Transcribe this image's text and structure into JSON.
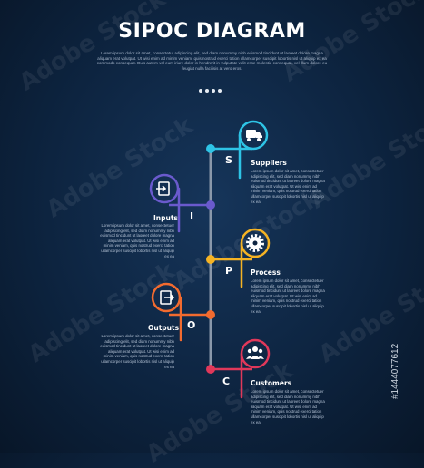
{
  "header": {
    "title": "SIPOC DIAGRAM",
    "subtitle": "Lorem ipsum dolor sit amet, consectetur adipiscing elit, sed diam nonummy nibh euismod tincidunt ut laoreet dolore magna aliquam erat volutpat. Ut wisi enim ad minim veniam, quis nostrud exerci tation ullamcorper suscipit lobortis nisl ut aliquip ex ea commodo consequat. Duis autem vel eum iriure dolor in hendrerit in vulputate velit esse molestie consequat, vel illum dolore eu feugiat nulla facilisis at vero eros."
  },
  "steps": [
    {
      "letter": "S",
      "label": "Suppliers",
      "icon": "truck-icon",
      "color": "#2ec4e6",
      "text": "Lorem ipsum dolor sit amet, consectetuer adipiscing elit, sed diam nonummy nibh euismod tincidunt ut laoreet dolore magna aliquam erat volutpat. Ut wisi enim ad minim veniam, quis nostrud exerci tation ullamcorper suscipit lobortis nisl ut aliquip ex ea"
    },
    {
      "letter": "I",
      "label": "Inputs",
      "icon": "login-icon",
      "color": "#6a5acd",
      "text": "Lorem ipsum dolor sit amet, consectetuer adipiscing elit, sed diam nonummy nibh euismod tincidunt ut laoreet dolore magna aliquam erat volutpat. Ut wisi enim ad minim veniam, quis nostrud exerci tation ullamcorper suscipit lobortis nisl ut aliquip ex ea"
    },
    {
      "letter": "P",
      "label": "Process",
      "icon": "gear-icon",
      "color": "#f5b324",
      "text": "Lorem ipsum dolor sit amet, consectetuer adipiscing elit, sed diam nonummy nibh euismod tincidunt ut laoreet dolore magna aliquam erat volutpat. Ut wisi enim ad minim veniam, quis nostrud exerci tation ullamcorper suscipit lobortis nisl ut aliquip ex ea"
    },
    {
      "letter": "O",
      "label": "Outputs",
      "icon": "logout-icon",
      "color": "#f26b2f",
      "text": "Lorem ipsum dolor sit amet, consectetuer adipiscing elit, sed diam nonummy nibh euismod tincidunt ut laoreet dolore magna aliquam erat volutpat. Ut wisi enim ad minim veniam, quis nostrud exerci tation ullamcorper suscipit lobortis nisl ut aliquip ex ea"
    },
    {
      "letter": "C",
      "label": "Customers",
      "icon": "people-icon",
      "color": "#e0385a",
      "text": "Lorem ipsum dolor sit amet, consectetuer adipiscing elit, sed diam nonummy nibh euismod tincidunt ut laoreet dolore magna aliquam erat volutpat. Ut wisi enim ad minim veniam, quis nostrud exerci tation ullamcorper suscipit lobortis nisl ut aliquip ex ea"
    }
  ],
  "watermark": "Adobe Stock",
  "stock_id": "#1444077612",
  "colors": {
    "timeline": "#8a98aa",
    "background": "#0d2440"
  }
}
